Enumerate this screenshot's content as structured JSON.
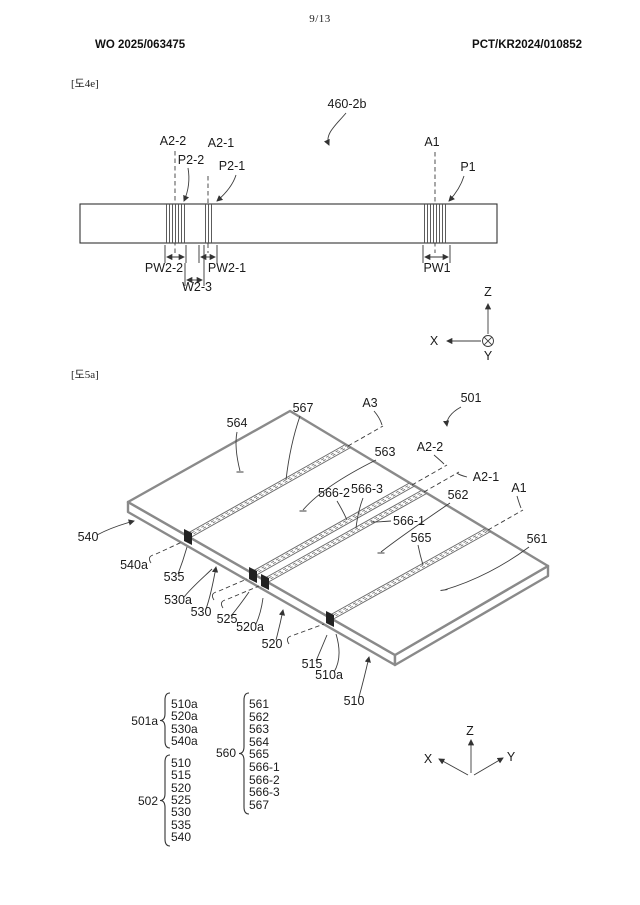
{
  "header": {
    "page_indicator": "9/13",
    "publication_number": "WO 2025/063475",
    "application_number": "PCT/KR2024/010852"
  },
  "fig4e": {
    "tag": "[도4e]",
    "labels": {
      "ref": "460-2b",
      "a2_2": "A2-2",
      "a2_1": "A2-1",
      "p2_2": "P2-2",
      "p2_1": "P2-1",
      "a1": "A1",
      "p1": "P1",
      "pw2_2": "PW2-2",
      "pw2_1": "PW2-1",
      "w2_3": "W2-3",
      "pw1": "PW1"
    },
    "axis": {
      "z": "Z",
      "x": "X",
      "y": "Y"
    }
  },
  "fig5a": {
    "tag": "[도5a]",
    "labels": {
      "501": "501",
      "a3": "A3",
      "a2_2": "A2-2",
      "a2_1": "A2-1",
      "a1": "A1",
      "561": "561",
      "562": "562",
      "563": "563",
      "564": "564",
      "565": "565",
      "566_1": "566-1",
      "566_2": "566-2",
      "566_3": "566-3",
      "567": "567",
      "540": "540",
      "540a": "540a",
      "535": "535",
      "530a": "530a",
      "530": "530",
      "525": "525",
      "520a": "520a",
      "520": "520",
      "515": "515",
      "510a": "510a",
      "510": "510"
    },
    "groups": {
      "g501a": {
        "label": "501a",
        "items": [
          "510a",
          "520a",
          "530a",
          "540a"
        ]
      },
      "g502": {
        "label": "502",
        "items": [
          "510",
          "515",
          "520",
          "525",
          "530",
          "535",
          "540"
        ]
      },
      "g560": {
        "label": "560",
        "items": [
          "561",
          "562",
          "563",
          "564",
          "565",
          "566-1",
          "566-2",
          "566-3",
          "567"
        ]
      }
    },
    "axis": {
      "z": "Z",
      "x": "X",
      "y": "Y"
    }
  }
}
